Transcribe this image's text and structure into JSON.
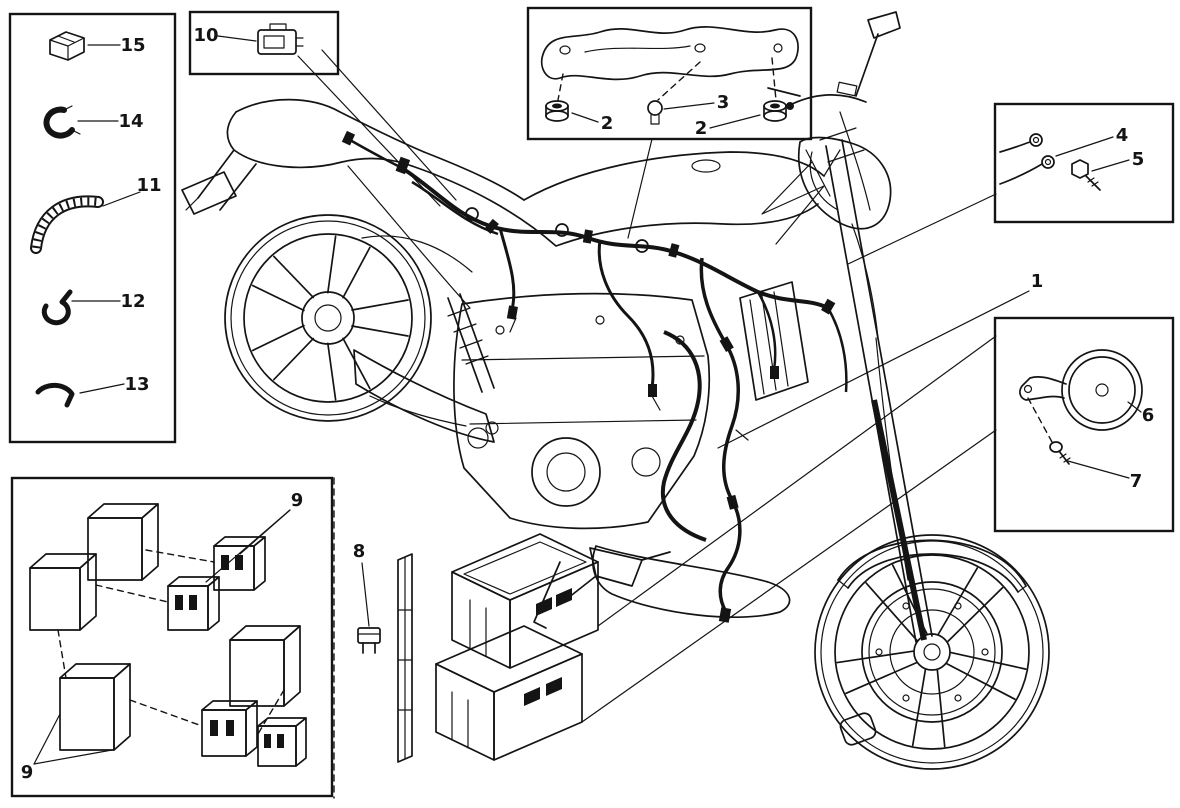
{
  "colors": {
    "ink": "#141414",
    "paper": "#ffffff"
  },
  "diagram": {
    "callouts": {
      "n1": "1",
      "n2": "2",
      "n3": "3",
      "n4": "4",
      "n5": "5",
      "n6": "6",
      "n7": "7",
      "n8": "8",
      "n9": "9",
      "n10": "10",
      "n11": "11",
      "n12": "12",
      "n13": "13",
      "n14": "14",
      "n15": "15"
    }
  }
}
